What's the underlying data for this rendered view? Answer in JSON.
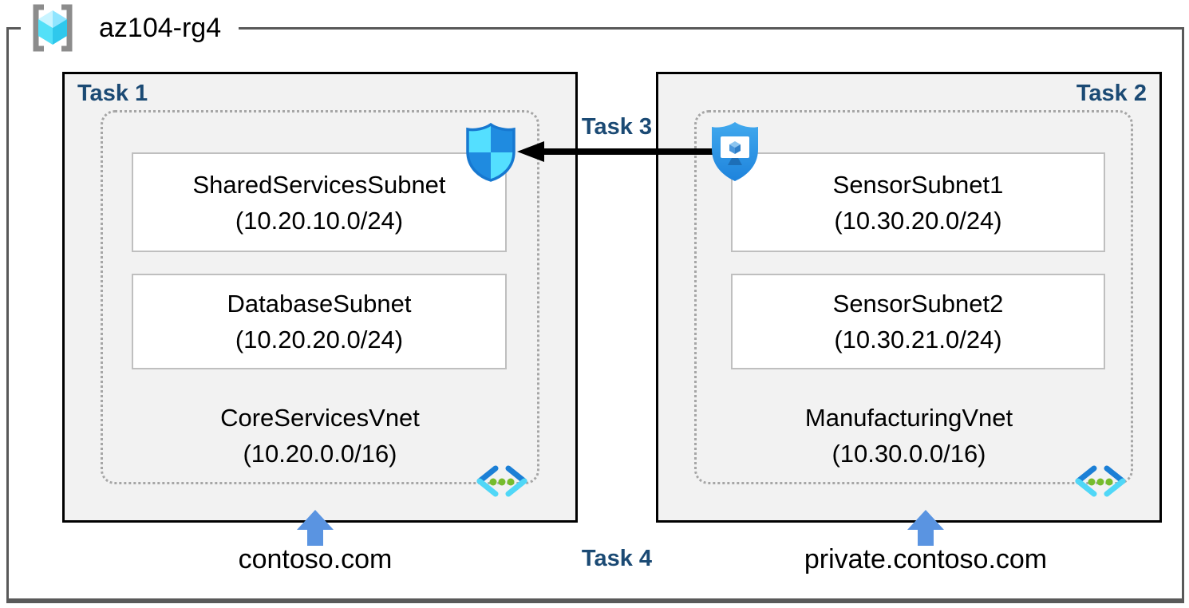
{
  "resource_group": {
    "name": "az104-rg4",
    "icon": "resource-group-icon"
  },
  "panels": [
    {
      "task_label": "Task 1",
      "vnet": {
        "name": "CoreServicesVnet",
        "cidr": "(10.20.0.0/16)"
      },
      "subnets": [
        {
          "name": "SharedServicesSubnet",
          "cidr": "(10.20.10.0/24)"
        },
        {
          "name": "DatabaseSubnet",
          "cidr": "(10.20.20.0/24)"
        }
      ],
      "dns_zone": "contoso.com",
      "corner_icon": "nsg-shield-icon"
    },
    {
      "task_label": "Task 2",
      "vnet": {
        "name": "ManufacturingVnet",
        "cidr": "(10.30.0.0/16)"
      },
      "subnets": [
        {
          "name": "SensorSubnet1",
          "cidr": "(10.30.20.0/24)"
        },
        {
          "name": "SensorSubnet2",
          "cidr": "(10.30.21.0/24)"
        }
      ],
      "dns_zone": "private.contoso.com",
      "corner_icon": "bastion-shield-icon"
    }
  ],
  "annotations": {
    "peering_task_label": "Task 3",
    "dns_task_label": "Task 4"
  },
  "colors": {
    "task_label_navy": "#1B4A74",
    "panel_fill": "#F2F2F2",
    "panel_border": "#000000",
    "frame_border": "#595959",
    "dotted_vnet_border": "#A6A6A6",
    "subnet_border": "#BFBFBF",
    "up_arrow_blue": "#5A94E1",
    "peering_arrow_black": "#000000",
    "azure_blue": "#1E83DC",
    "azure_cyan": "#50E6FF",
    "vnet_dot_green": "#76BC2D"
  }
}
